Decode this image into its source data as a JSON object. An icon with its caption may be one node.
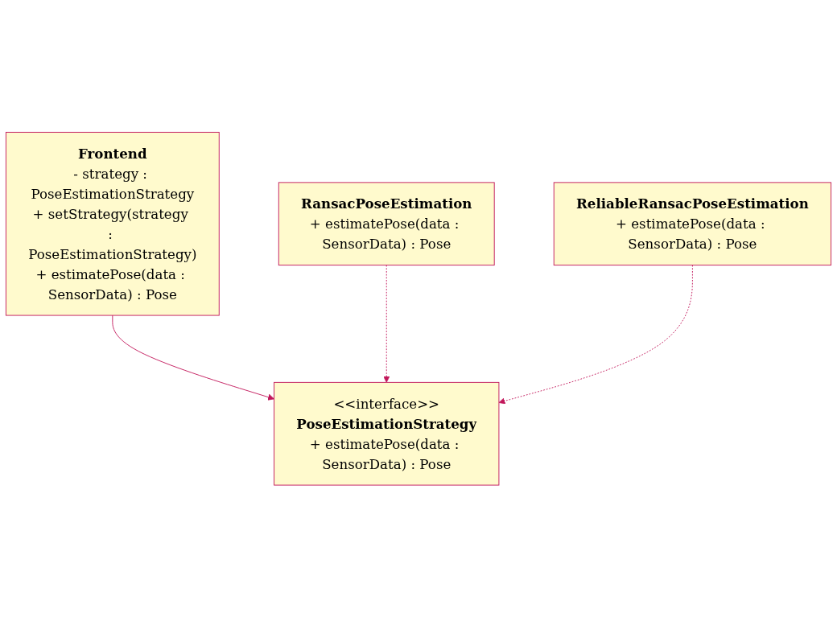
{
  "diagram": {
    "nodes": [
      {
        "text": [
          "Frontend",
          "- strategy : PoseEstimationStrategy",
          "+ setStrategy(strategy : PoseEstimationStrategy)",
          "+ estimatePose(data : SensorData) : Pose"
        ]
      },
      {
        "text": [
          "<<interface>>",
          "PoseEstimationStrategy",
          "+ estimatePose(data : SensorData) : Pose"
        ]
      },
      {
        "text": [
          "RansacPoseEstimation",
          "+ estimatePose(data : SensorData) : Pose"
        ]
      },
      {
        "text": [
          "ReliableRansacPoseEstimation",
          "+ estimatePose(data : SensorData) : Pose"
        ]
      }
    ],
    "edges": [
      {
        "from": 0,
        "to": 1,
        "arrow": "to"
      },
      {
        "from": 2,
        "to": 1,
        "arrow": "to",
        "style": "dashed"
      },
      {
        "from": 3,
        "to": 1,
        "arrow": "to",
        "style": "dashed"
      }
    ]
  }
}
